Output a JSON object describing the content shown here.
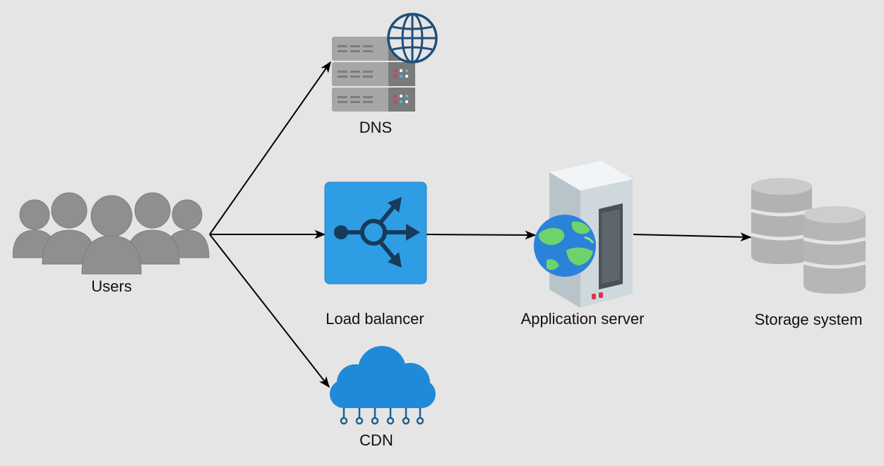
{
  "nodes": {
    "users": {
      "label": "Users"
    },
    "dns": {
      "label": "DNS"
    },
    "load_balancer": {
      "label": "Load balancer"
    },
    "cdn": {
      "label": "CDN"
    },
    "app_server": {
      "label": "Application server"
    },
    "storage": {
      "label": "Storage system"
    }
  },
  "edges": [
    {
      "from": "Users",
      "to": "DNS"
    },
    {
      "from": "Users",
      "to": "Load balancer"
    },
    {
      "from": "Users",
      "to": "CDN"
    },
    {
      "from": "Load balancer",
      "to": "Application server"
    },
    {
      "from": "Application server",
      "to": "Storage system"
    }
  ],
  "colors": {
    "background": "#e5e5e5",
    "arrow": "#000000",
    "user_gray": "#8f8f8f",
    "load_balancer_blue": "#2f9de4",
    "cdn_blue": "#1f8ad8",
    "storage_gray": "#b8b8b8"
  }
}
